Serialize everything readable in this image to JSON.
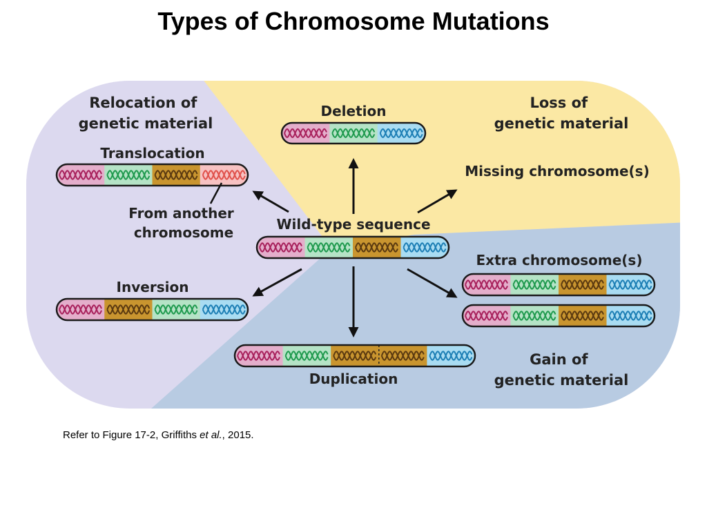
{
  "slide": {
    "title": "Types of Chromosome Mutations",
    "citation_prefix": "Refer to Figure 17-2, Griffiths ",
    "citation_italic": "et al.",
    "citation_suffix": ", 2015."
  },
  "regions": {
    "relocation": [
      "Relocation of",
      "genetic material"
    ],
    "loss": [
      "Loss of",
      "genetic material"
    ],
    "gain": [
      "Gain of",
      "genetic material"
    ]
  },
  "labels": {
    "wild_type": "Wild-type sequence",
    "deletion": "Deletion",
    "translocation": "Translocation",
    "from_another": [
      "From another",
      "chromosome"
    ],
    "inversion": "Inversion",
    "missing": "Missing chromosome(s)",
    "extra": "Extra chromosome(s)",
    "duplication": "Duplication"
  },
  "colors": {
    "relocation_region": "#dcd9ef",
    "loss_region": "#fbe8a4",
    "gain_region": "#b8cbe2",
    "pink": "#e4aecb",
    "green": "#b5e3c6",
    "brown": "#c9952f",
    "blue": "#a9dcf2",
    "salmon": "#f7c2c2",
    "wave_pink": "#a8215c",
    "wave_green": "#1f9a4e",
    "wave_brown": "#5b3a10",
    "wave_blue": "#1d7fb5",
    "wave_salmon": "#e0504a"
  }
}
